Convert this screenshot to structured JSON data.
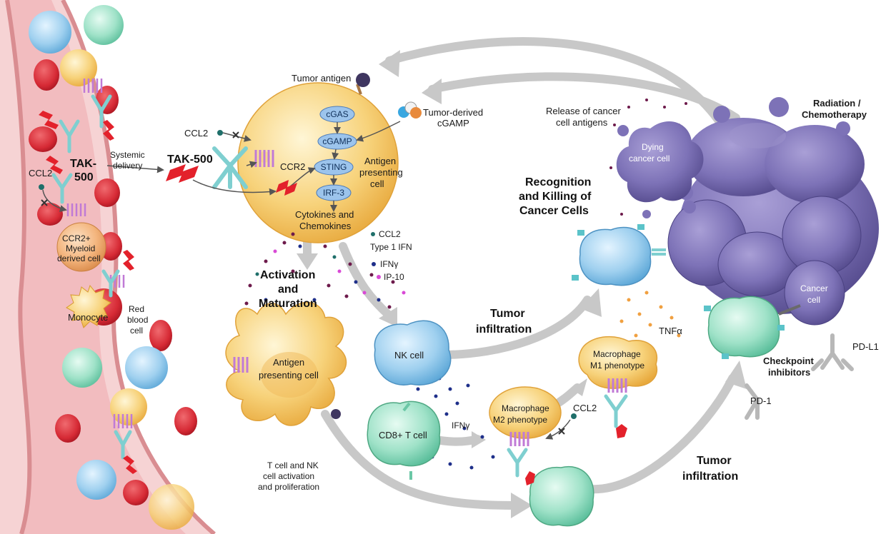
{
  "labels": {
    "tumor_antigen": "Tumor antigen",
    "tumor_derived_cgamp_1": "Tumor-derived",
    "tumor_derived_cgamp_2": "cGAMP",
    "release_antigens_1": "Release of cancer",
    "release_antigens_2": "cell antigens",
    "radiation_1": "Radiation /",
    "radiation_2": "Chemotherapy",
    "dying_cell_1": "Dying",
    "dying_cell_2": "cancer cell",
    "recognition_1": "Recognition",
    "recognition_2": "and Killing of",
    "recognition_3": "Cancer Cells",
    "ccl2_top": "CCL2",
    "ccl2_vessel": "CCL2",
    "ccl2_mac": "CCL2",
    "tak500_vessel_1": "TAK-",
    "tak500_vessel_2": "500",
    "tak500_main": "TAK-500",
    "systemic_1": "Systemic",
    "systemic_2": "delivery",
    "ccr2": "CCR2",
    "cgas": "cGAS",
    "cgamp": "cGAMP",
    "sting": "STING",
    "irf3": "IRF-3",
    "apc_1": "Antigen",
    "apc_2": "presenting",
    "apc_3": "cell",
    "cytokines_1": "Cytokines and",
    "cytokines_2": "Chemokines",
    "legend_ccl2": "CCL2",
    "legend_type1ifn": "Type 1 IFN",
    "legend_ifng": "IFNγ",
    "legend_ip10": "IP-10",
    "activation_1": "Activation",
    "activation_2": "and",
    "activation_3": "Maturation",
    "ccr2_myeloid_1": "CCR2+",
    "ccr2_myeloid_2": "Myeloid",
    "ccr2_myeloid_3": "derived cell",
    "monocyte": "Monocyte",
    "rbc_1": "Red",
    "rbc_2": "blood",
    "rbc_3": "cell",
    "apc2_1": "Antigen",
    "apc2_2": "presenting cell",
    "tcell_act_1": "T cell and NK",
    "tcell_act_2": "cell activation",
    "tcell_act_3": "and proliferation",
    "nk_cell": "NK cell",
    "cd8": "CD8+ T cell",
    "ifng_mid": "IFNγ",
    "tumor_inf1_1": "Tumor",
    "tumor_inf1_2": "infiltration",
    "tumor_inf2_1": "Tumor",
    "tumor_inf2_2": "infiltration",
    "mac_m2_1": "Macrophage",
    "mac_m2_2": "M2 phenotype",
    "mac_m1_1": "Macrophage",
    "mac_m1_2": "M1 phenotype",
    "tnfa": "TNFα",
    "checkpoint_1": "Checkpoint",
    "checkpoint_2": "inhibitors",
    "pd1": "PD-1",
    "pdl1": "PD-L1",
    "cancer_cell_1": "Cancer",
    "cancer_cell_2": "cell"
  },
  "colors": {
    "vessel_wall": "#e8a7a9",
    "vessel_inner": "#f3c4c6",
    "red_blood_cell": "#d8303a",
    "apc_yellow": "#f7d27a",
    "nk_blue": "#8ec9ea",
    "t_cell_green": "#8fdcc0",
    "cancer_purple": "#7a6fb3",
    "pill_blue": "#9cc4ec",
    "arrow_gray": "#c7c7c7",
    "tak500_red": "#e3212b",
    "receptor_purple": "#c07ad6"
  }
}
